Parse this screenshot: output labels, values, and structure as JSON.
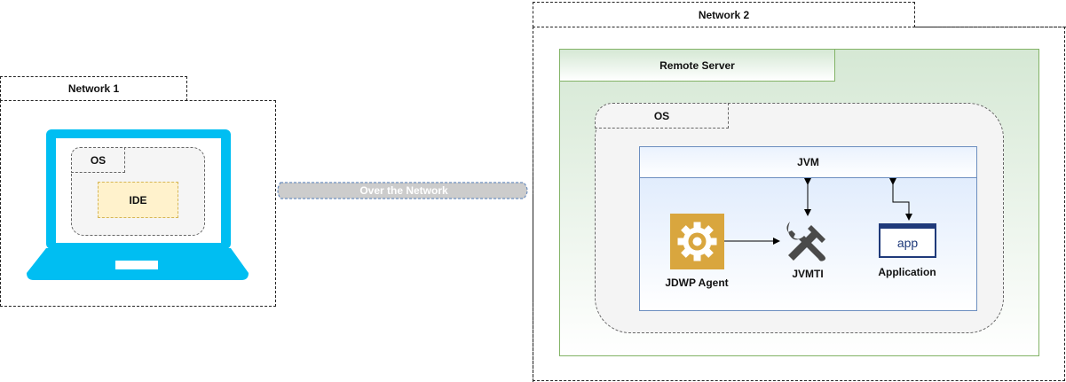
{
  "network1": {
    "label": "Network 1"
  },
  "network2": {
    "label": "Network 2"
  },
  "laptop": {
    "os_label": "OS",
    "ide_label": "IDE",
    "color": "#00bef2"
  },
  "connection": {
    "label": "Over the Network"
  },
  "remote_server": {
    "label": "Remote Server"
  },
  "server_os": {
    "label": "OS"
  },
  "jvm": {
    "label": "JVM"
  },
  "components": {
    "jdwp_agent": "JDWP Agent",
    "jvmti": "JVMTI",
    "application": "Application",
    "app_icon_text": "app"
  },
  "colors": {
    "laptop_blue": "#00bef2",
    "agent_gold": "#d9a63e",
    "app_navy": "#1f3a7a",
    "server_green": "#82b366",
    "jvm_blue": "#6c8ebf"
  }
}
